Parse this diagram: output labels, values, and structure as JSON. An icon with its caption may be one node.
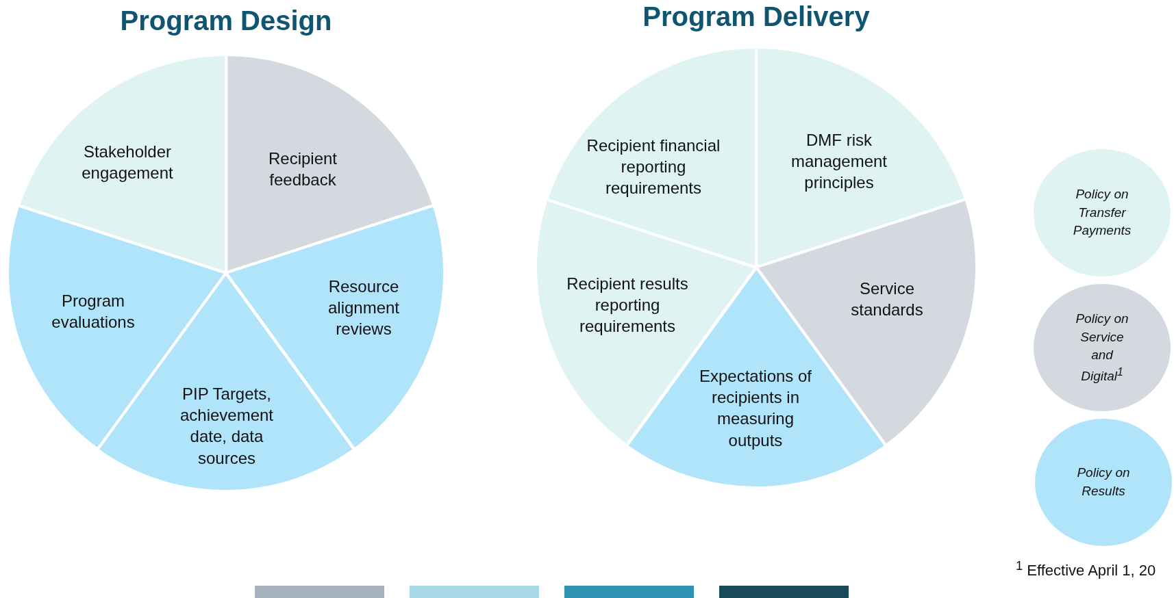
{
  "diagram": {
    "nodes": [
      {
        "text": [
          "Program Design"
        ]
      },
      {
        "text": [
          "Recipient feedback"
        ],
        "in": 0
      },
      {
        "text": [
          "Resource alignment reviews"
        ],
        "in": 0
      },
      {
        "text": [
          "PIP Targets, achievement date, data sources"
        ],
        "in": 0
      },
      {
        "text": [
          "Program evaluations"
        ],
        "in": 0
      },
      {
        "text": [
          "Stakeholder engagement"
        ],
        "in": 0
      },
      {
        "text": [
          "Program Delivery"
        ]
      },
      {
        "text": [
          "DMF risk management principles"
        ],
        "in": 6
      },
      {
        "text": [
          "Service standards"
        ],
        "in": 6
      },
      {
        "text": [
          "Expectations of recipients in measuring outputs"
        ],
        "in": 6
      },
      {
        "text": [
          "Recipient results reporting requirements"
        ],
        "in": 6
      },
      {
        "text": [
          "Recipient financial reporting requirements"
        ],
        "in": 6
      },
      {
        "text": [
          "Policy on Transfer Payments"
        ]
      },
      {
        "text": [
          "Policy on Service and Digital$^{1}$"
        ]
      },
      {
        "text": [
          "Policy on Results"
        ]
      }
    ],
    "labels": [
      "$^{1}$ Effective April 1, 20"
    ]
  }
}
